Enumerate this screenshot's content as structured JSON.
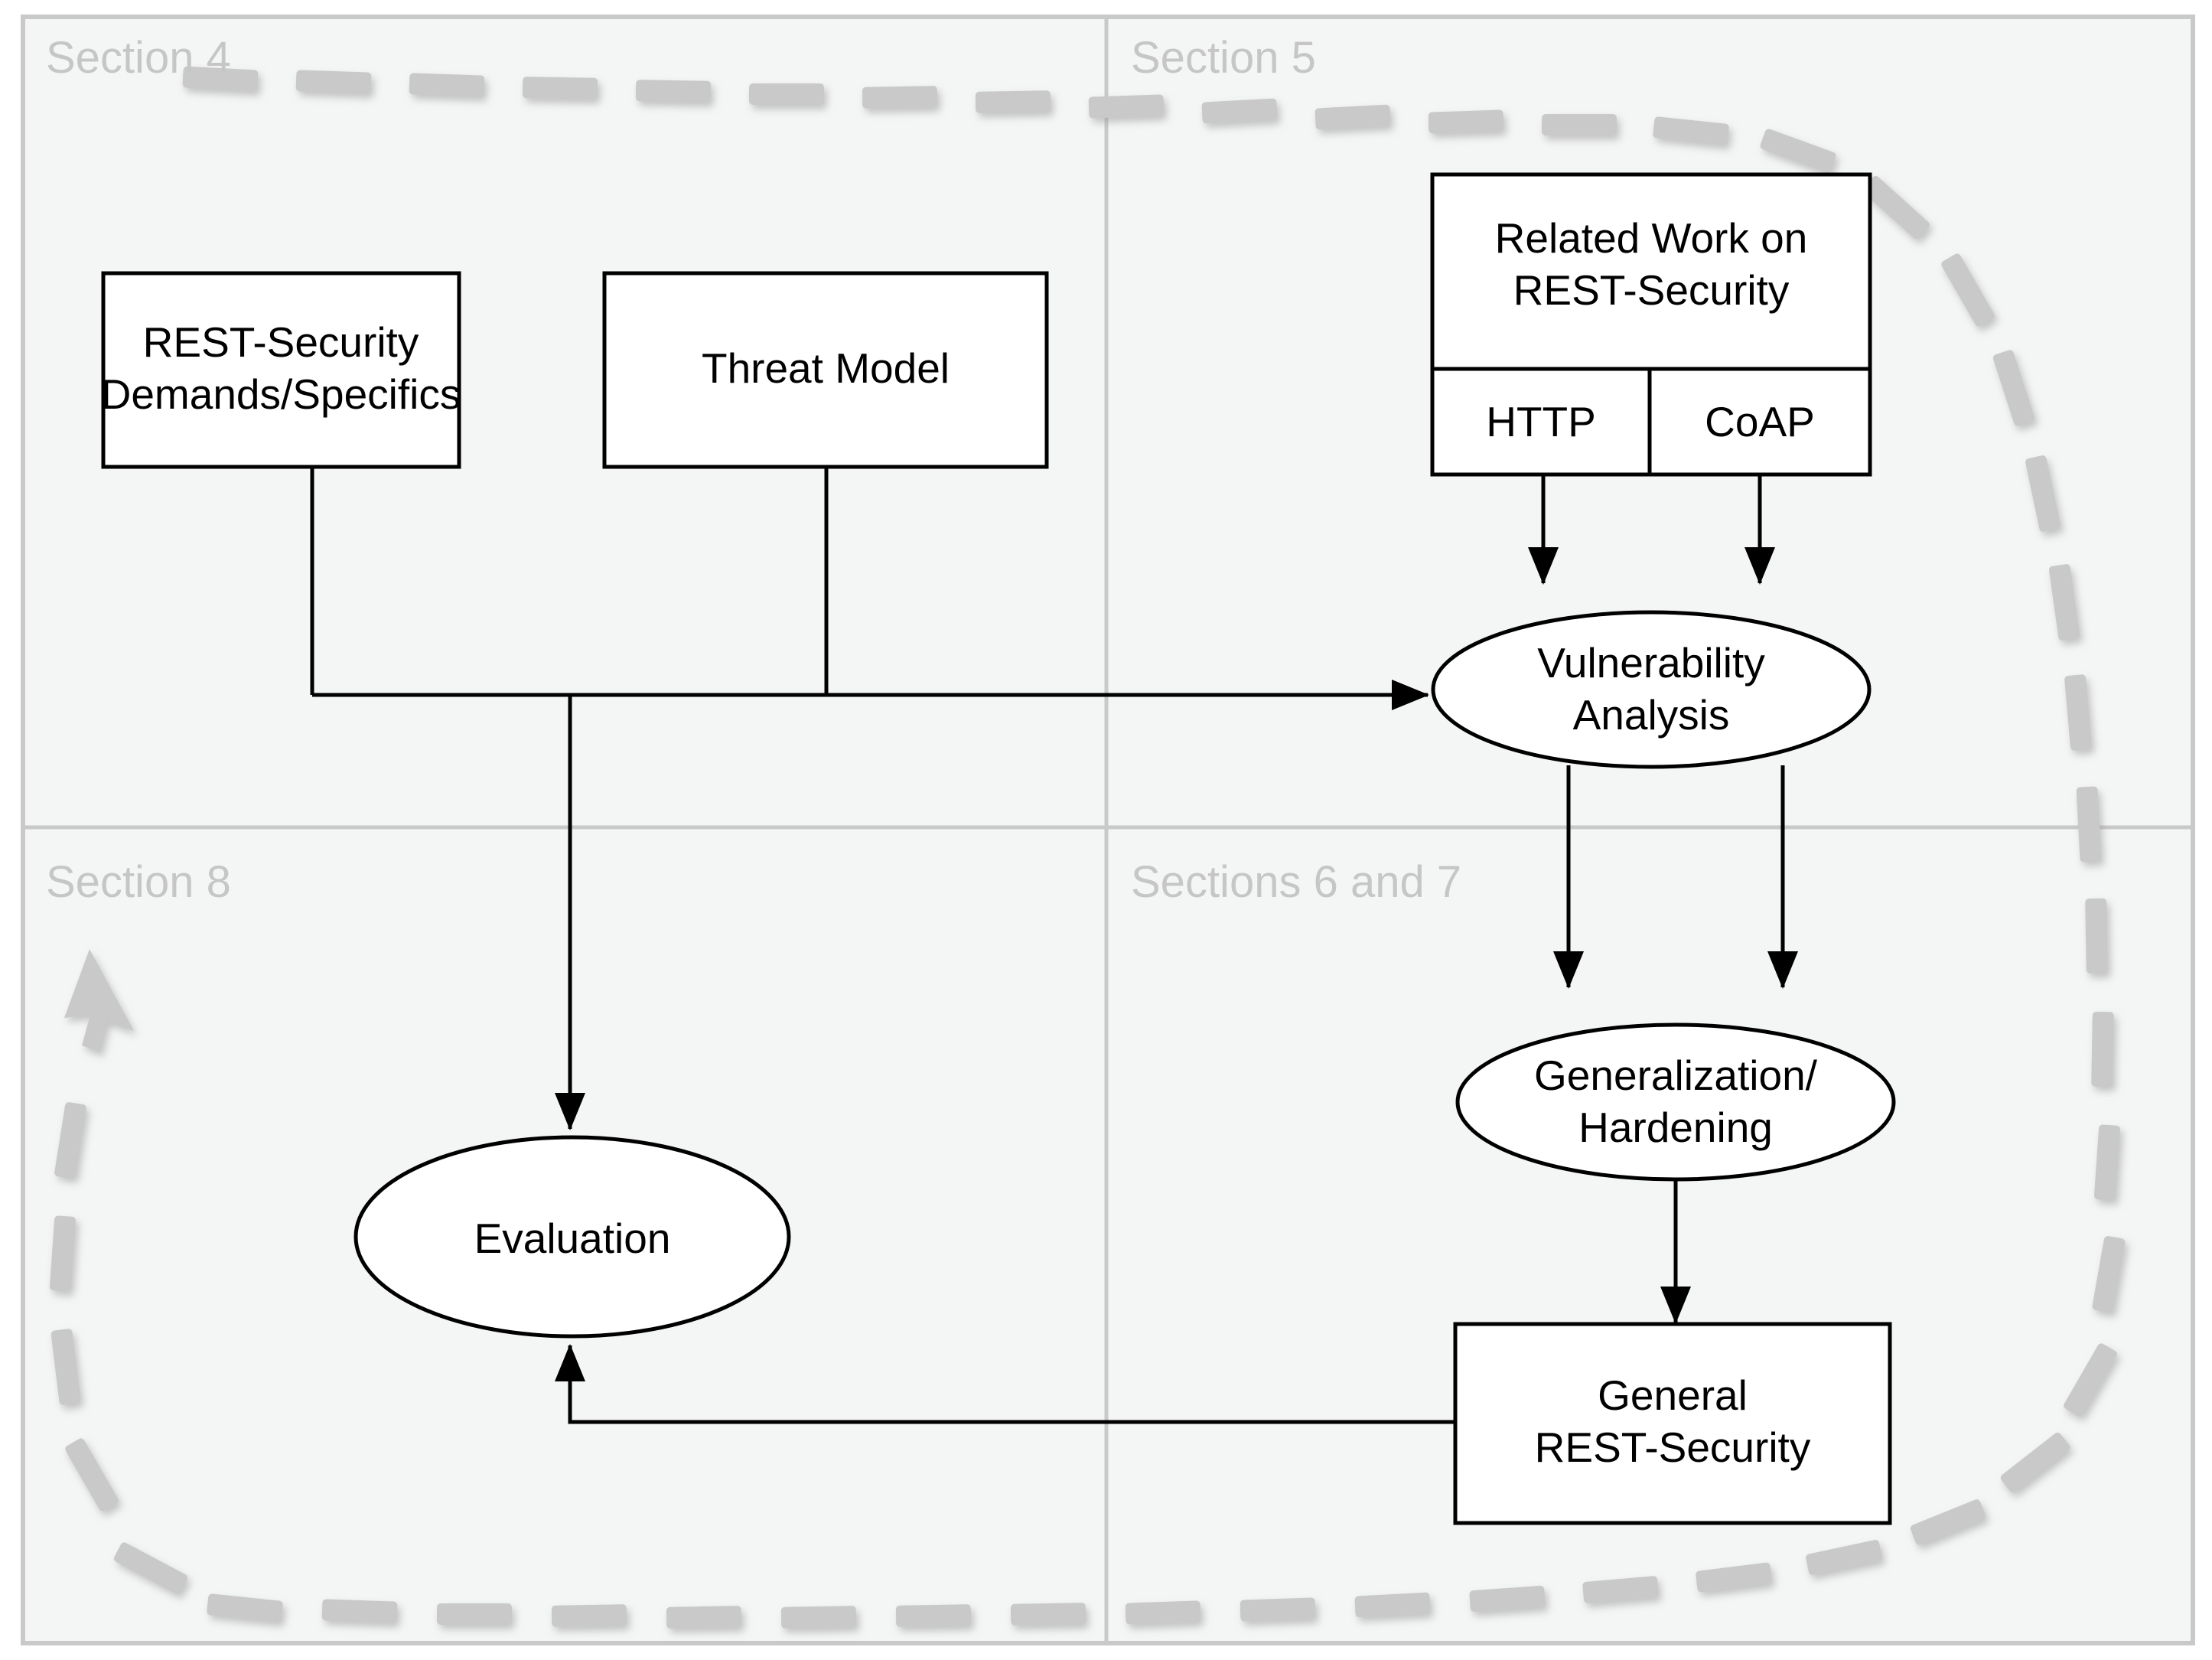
{
  "diagram": {
    "title": "REST-Security paper structure overview",
    "background_color": "#f4f6f5",
    "divider_color": "#c9c9c9",
    "dashed_loop_color": "#c9c9c9",
    "stroke_color": "#000000"
  },
  "quadrants": [
    {
      "id": "top-left",
      "label": "Section 4"
    },
    {
      "id": "top-right",
      "label": "Section 5"
    },
    {
      "id": "bottom-left",
      "label": "Section 8"
    },
    {
      "id": "bottom-right",
      "label": "Sections 6 and 7"
    }
  ],
  "nodes": {
    "rest_security_demands": {
      "shape": "rectangle",
      "line1": "REST-Security",
      "line2": "Demands/Specifics"
    },
    "threat_model": {
      "shape": "rectangle",
      "line1": "Threat Model"
    },
    "related_work": {
      "shape": "rectangle-split",
      "line1": "Related Work on",
      "line2": "REST-Security",
      "sub_left": "HTTP",
      "sub_right": "CoAP"
    },
    "vulnerability_analysis": {
      "shape": "ellipse",
      "line1": "Vulnerability",
      "line2": "Analysis"
    },
    "generalization_hardening": {
      "shape": "ellipse",
      "line1": "Generalization/",
      "line2": "Hardening"
    },
    "general_rest_security": {
      "shape": "rectangle",
      "line1": "General",
      "line2": "REST-Security"
    },
    "evaluation": {
      "shape": "ellipse",
      "line1": "Evaluation"
    }
  },
  "edges": [
    {
      "id": "demands-to-vuln",
      "from": "rest_security_demands",
      "to": "vulnerability_analysis",
      "arrow": true
    },
    {
      "id": "threat-to-vuln",
      "from": "threat_model",
      "to": "vulnerability_analysis",
      "arrow": true
    },
    {
      "id": "demands-to-eval",
      "from": "rest_security_demands",
      "to": "evaluation",
      "arrow": true
    },
    {
      "id": "http-to-vuln",
      "from": "related_work_http",
      "to": "vulnerability_analysis",
      "arrow": true
    },
    {
      "id": "coap-to-vuln",
      "from": "related_work_coap",
      "to": "vulnerability_analysis",
      "arrow": true
    },
    {
      "id": "vuln-to-general-left",
      "from": "vulnerability_analysis",
      "to": "generalization_hardening",
      "arrow": true
    },
    {
      "id": "vuln-to-general-right",
      "from": "vulnerability_analysis",
      "to": "generalization_hardening",
      "arrow": true
    },
    {
      "id": "general-to-restsec",
      "from": "generalization_hardening",
      "to": "general_rest_security",
      "arrow": true
    },
    {
      "id": "restsec-to-eval",
      "from": "general_rest_security",
      "to": "evaluation",
      "arrow": true
    }
  ]
}
